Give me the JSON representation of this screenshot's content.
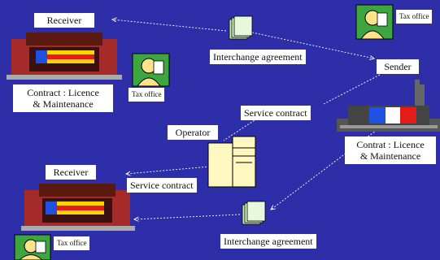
{
  "labels": {
    "receiver_top": "Receiver",
    "contract_left_1": "Contract : Licence",
    "contract_left_2": "& Maintenance",
    "tax_office_top_left": "Tax office",
    "tax_office_top_right": "Tax office",
    "interchange_top": "Interchange agreement",
    "sender": "Sender",
    "service_contract_upper": "Service contract",
    "operator": "Operator",
    "contrat_right_1": "Contrat : Licence",
    "contrat_right_2": "& Maintenance",
    "receiver_bottom": "Receiver",
    "service_contract_lower": "Service contract",
    "interchange_bottom": "Interchange agreement",
    "tax_office_bottom": "Tax office"
  },
  "colors": {
    "background": "#2e2fa8",
    "connector": "#ffffff",
    "building_brick": "#a52a2a",
    "sign_yellow": "#ffd700",
    "sign_red": "#e41b17",
    "tax_icon_bg": "#3ea63e"
  },
  "icons": [
    "building-icon",
    "tax-officer-icon",
    "document-stack-icon",
    "computer-terminal-icon",
    "factory-icon"
  ]
}
